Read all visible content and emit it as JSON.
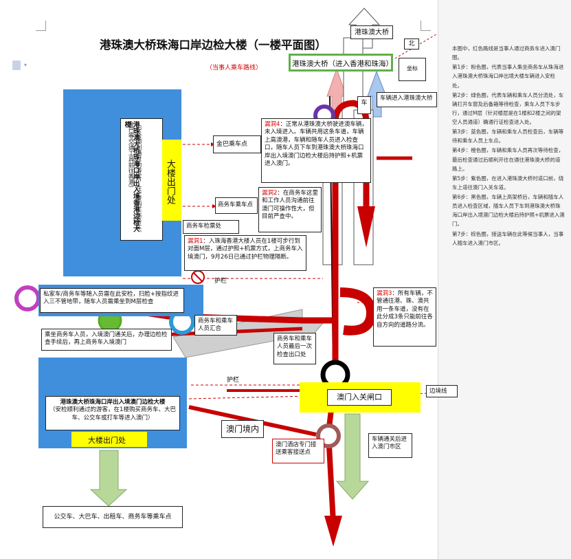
{
  "title": "港珠澳大桥珠海口岸边检大楼（一楼平面图）",
  "subtitle": "（当事人乘车路线）",
  "top_bridge_label": "港珠澳大桥",
  "north_label": "北",
  "booth_label": "坐标",
  "bridge_entrance_label": "港珠澳大桥（进入香港和珠海）",
  "car_label": "车",
  "vehicle_enter_bridge": "车辆进入港珠澳大桥",
  "building_upper": {
    "title": "港珠澳大桥珠海口岸出入境香港边检大楼",
    "note": "（安检顺利通过的游客，在1楼购买商务车、金巴等交通工具前往香港）",
    "exit_label": "大楼出门处"
  },
  "jinba_stop": "金巴乘车点",
  "commercial_stop": "商务车乘车点",
  "commercial_ticket": "商务车检票处",
  "loophole4": {
    "tag": "漏洞4",
    "text": "：正常从港珠澳大桥驶进澳车辆，未入境进入。车辆共用这条车道，车辆上高澳港，车辆和随车人员进入检查口，随车人员下车到港珠澳大桥珠海口岸出入境澳门边检大楼后持护照+机票进入澳门。"
  },
  "loophole2": {
    "tag": "漏洞2",
    "text": "：在商务车这里和工作人员沟通前往澳门可操作性大，但目前严查中。"
  },
  "loophole1": {
    "tag": "漏洞1",
    "text": "：入珠海香港大楼人员在1楼可步行到对面M层，通过护照+机票方式，上商务车入境澳门，9月26日已通过护栏物理隔断。"
  },
  "loophole3": {
    "tag": "漏洞3",
    "text": "：所有车辆，不管通往港、珠、澳共用一条车道，没有在此分成3条只能前往各自方向的道路分流。"
  },
  "guardrail_upper": "护栏",
  "guardrail_lower": "护栏",
  "private_car_note": "私家车/商务车等随入员需在此安检，扫脸+按指纹进入三不管地带，随车人员需乘坐到M层检查",
  "commercial_riders_note": "乘坐商务车人员，入境澳门通关后，办理边检检查手续后，再上商务车入境澳门",
  "commercial_merge": "商务车和乘车人员汇合",
  "last_check": "商务车和乘车人员最后一次检查出口处",
  "macau_gate": "澳门入关闸口",
  "border_line": "边境线",
  "macau_territory": "澳门境内",
  "hotel_shuttle": "澳门酒店专门接送乘客接送点",
  "vehicle_macau": "车辆通关后进入澳门市区",
  "building_lower": {
    "title": "港珠澳大桥珠海口岸出入境澳门边检大楼",
    "note": "（安检顺利通过的游客，在1楼购买商务车、大巴车、公交车或打车等进入澳门）",
    "exit_label": "大楼出门处"
  },
  "bottom_transport": "公交车、大巴车、出租车、商务车等乘车点",
  "side_notes": [
    "本图中，红色路线是当事人通过商务车进入澳门图。",
    "第1步：粉色圈，代表当事人乘坐商务车从珠海进入港珠澳大桥珠海口岸出境大楼车辆进入安检处。",
    "第2步：绿色圈，代表车辆和乘车人员分流处，车辆打开车窗及后备箱等待检查，乘车人员下车步行，通过M层（针对楼层是在1楼和2楼之间的架空人员通道）确通行证检查进入处。",
    "第3步：蓝色圈，车辆和乘车人员检查后，车辆等待和乘车人员上车点。",
    "第4步：橙色圈，车辆和乘车人员再次等待检查，最后检查通过后顺利开往在通往港珠澳大桥的道路上。",
    "第5步：紫色圈，在进入港珠澳大桥时道口前，绕车上道往澳门入关车道。",
    "第6步：黑色圈，车辆上高架桥后，车辆和随车人员进入检查区域，随车人员下车到港珠澳大桥珠海口岸出入境澳门边检大楼后持护照+机票进入澳门。",
    "第7步：棕色圈，接送车辆在此等候当事人，当事人随车进入澳门市区。"
  ],
  "colors": {
    "route_red": "#c80000",
    "building_blue": "#3f8fdc",
    "highlight_yellow": "#ffff00",
    "step1_pink": "#c040c0",
    "step2_green": "#66bb33",
    "step3_blue": "#2a9ad8",
    "step5_purple": "#6a35a8",
    "step6_black": "#000000",
    "step7_brown": "#a05a5a"
  }
}
